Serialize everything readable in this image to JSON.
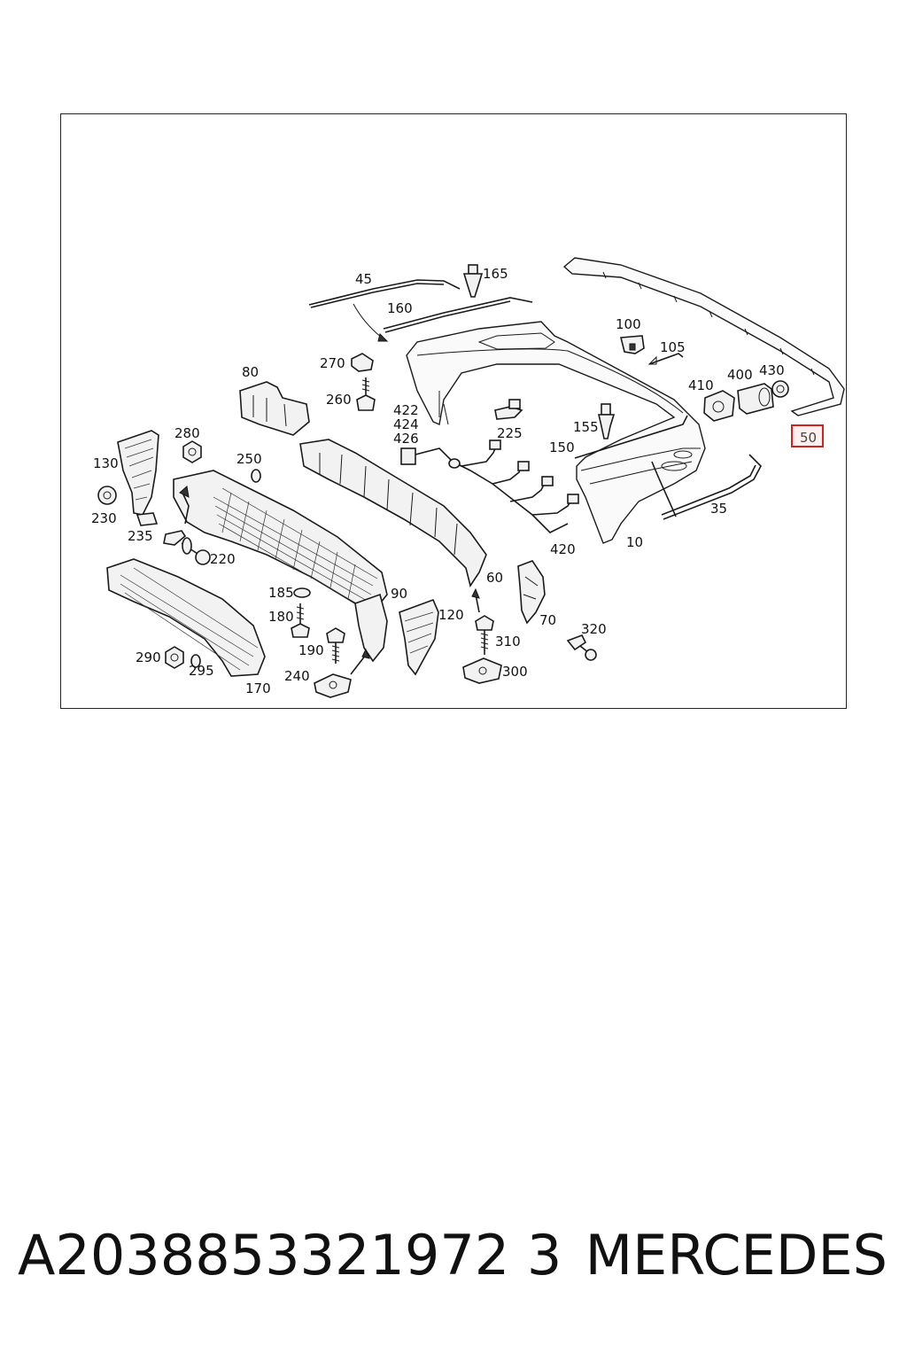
{
  "diagram": {
    "callouts": {
      "c10": "10",
      "c35": "35",
      "c45": "45",
      "c50": "50",
      "c60": "60",
      "c70": "70",
      "c80": "80",
      "c90": "90",
      "c100": "100",
      "c105": "105",
      "c120": "120",
      "c130": "130",
      "c150": "150",
      "c155": "155",
      "c160": "160",
      "c165": "165",
      "c170": "170",
      "c180": "180",
      "c185": "185",
      "c190": "190",
      "c220": "220",
      "c225": "225",
      "c230": "230",
      "c235": "235",
      "c240": "240",
      "c250": "250",
      "c260": "260",
      "c270": "270",
      "c280": "280",
      "c290": "290",
      "c295": "295",
      "c300": "300",
      "c310": "310",
      "c320": "320",
      "c400": "400",
      "c410": "410",
      "c420": "420",
      "c422": "422",
      "c424": "424",
      "c426": "426",
      "c430": "430"
    },
    "highlighted_callout": "50",
    "highlight_color": "#d42020"
  },
  "footer": {
    "part_number": "A2038853321972 3",
    "brand": "MERCEDES"
  }
}
